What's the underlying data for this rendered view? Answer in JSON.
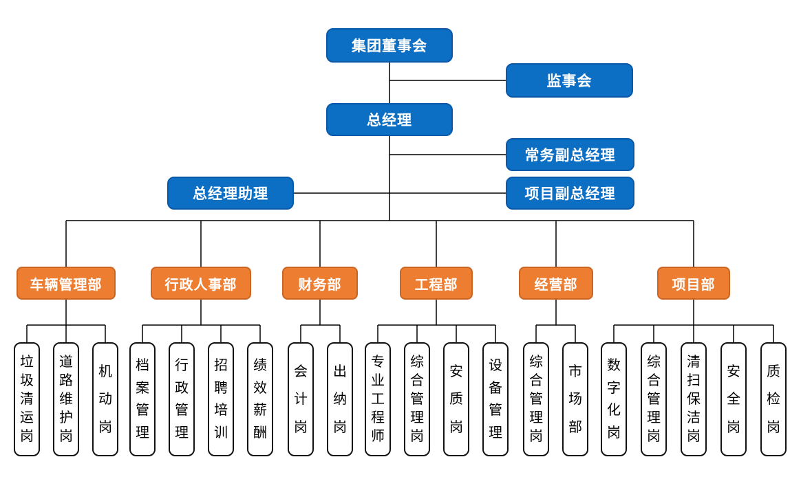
{
  "org": {
    "executives": [
      {
        "id": "board-of-directors",
        "label": "集团董事会"
      },
      {
        "id": "supervisory-board",
        "label": "监事会"
      },
      {
        "id": "general-manager",
        "label": "总经理"
      },
      {
        "id": "executive-deputy-gm",
        "label": "常务副总经理"
      },
      {
        "id": "gm-assistant",
        "label": "总经理助理"
      },
      {
        "id": "project-deputy-gm",
        "label": "项目副总经理"
      }
    ],
    "departments": [
      {
        "label": "车辆管理部",
        "positions": [
          "垃圾清运岗",
          "道路维护岗",
          "机动岗"
        ]
      },
      {
        "label": "行政人事部",
        "positions": [
          "档案管理",
          "行政管理",
          "招聘培训",
          "绩效薪酬"
        ]
      },
      {
        "label": "财务部",
        "positions": [
          "会计岗",
          "出纳岗"
        ]
      },
      {
        "label": "工程部",
        "positions": [
          "专业工程师",
          "综合管理岗",
          "安质岗",
          "设备管理"
        ]
      },
      {
        "label": "经营部",
        "positions": [
          "综合管理岗",
          "市场部"
        ]
      },
      {
        "label": "项目部",
        "positions": [
          "数字化岗",
          "综合管理岗",
          "清扫保洁岗",
          "安全岗",
          "质检岗"
        ]
      }
    ],
    "colors": {
      "executive_fill": "#0d6fc4",
      "executive_border": "#0a58a8",
      "executive_text": "#ffffff",
      "department_fill": "#ed7d31",
      "department_border": "#cb6524",
      "department_text": "#ffffff",
      "position_fill": "#ffffff",
      "position_border": "#111111",
      "position_text": "#000000",
      "connector": "#000000"
    }
  }
}
